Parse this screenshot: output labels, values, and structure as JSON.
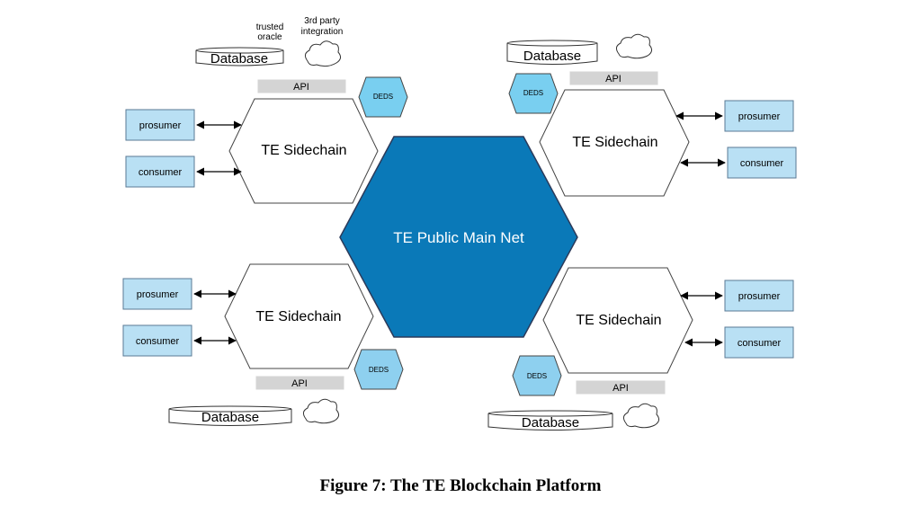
{
  "main_net": {
    "label": "TE Public Main Net"
  },
  "sidechains": [
    {
      "label": "TE Sidechain",
      "api": "API",
      "database": "Database",
      "deds": "DEDS",
      "prosumer": "prosumer",
      "consumer": "consumer"
    },
    {
      "label": "TE Sidechain",
      "api": "API",
      "database": "Database",
      "deds": "DEDS",
      "prosumer": "prosumer",
      "consumer": "consumer"
    },
    {
      "label": "TE Sidechain",
      "api": "API",
      "database": "Database",
      "deds": "DEDS",
      "prosumer": "prosumer",
      "consumer": "consumer"
    },
    {
      "label": "TE Sidechain",
      "api": "API",
      "database": "Database",
      "deds": "DEDS",
      "prosumer": "prosumer",
      "consumer": "consumer"
    }
  ],
  "annotations": {
    "trusted_oracle_line1": "trusted",
    "trusted_oracle_line2": "oracle",
    "third_party_line1": "3rd party",
    "third_party_line2": "integration"
  },
  "caption": "Figure 7: The TE Blockchain Platform",
  "colors": {
    "main_net_fill": "#0a79b8",
    "deds_fill": "#8ed0ef",
    "party_fill": "#b9e0f4",
    "api_fill": "#d4d4d4"
  }
}
